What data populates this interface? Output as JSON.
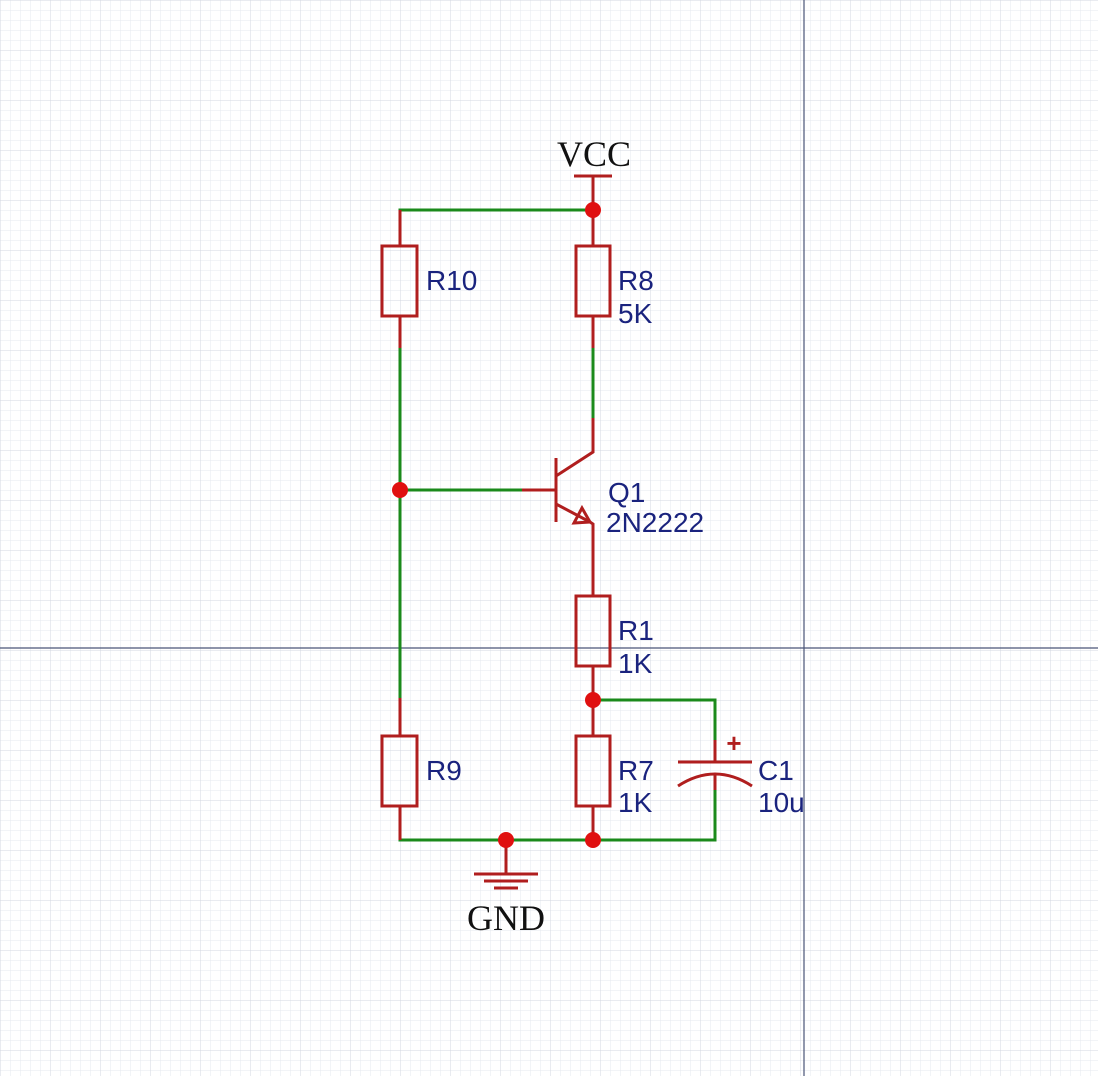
{
  "schematic": {
    "net_labels": {
      "vcc": "VCC",
      "gnd": "GND"
    },
    "components": {
      "r10": {
        "ref": "R10"
      },
      "r8": {
        "ref": "R8",
        "value": "5K"
      },
      "q1": {
        "ref": "Q1",
        "value": "2N2222"
      },
      "r1": {
        "ref": "R1",
        "value": "1K"
      },
      "r9": {
        "ref": "R9"
      },
      "r7": {
        "ref": "R7",
        "value": "1K"
      },
      "c1": {
        "ref": "C1",
        "value": "10u",
        "polarity": "+"
      }
    },
    "colors": {
      "wire": "#1b8a1b",
      "component": "#b01e1e",
      "junction": "#e01010",
      "label": "#1a237e",
      "grid_minor": "#e6e9ef",
      "grid_major": "#d3d7e0",
      "crosshair": "#4a5577"
    }
  }
}
